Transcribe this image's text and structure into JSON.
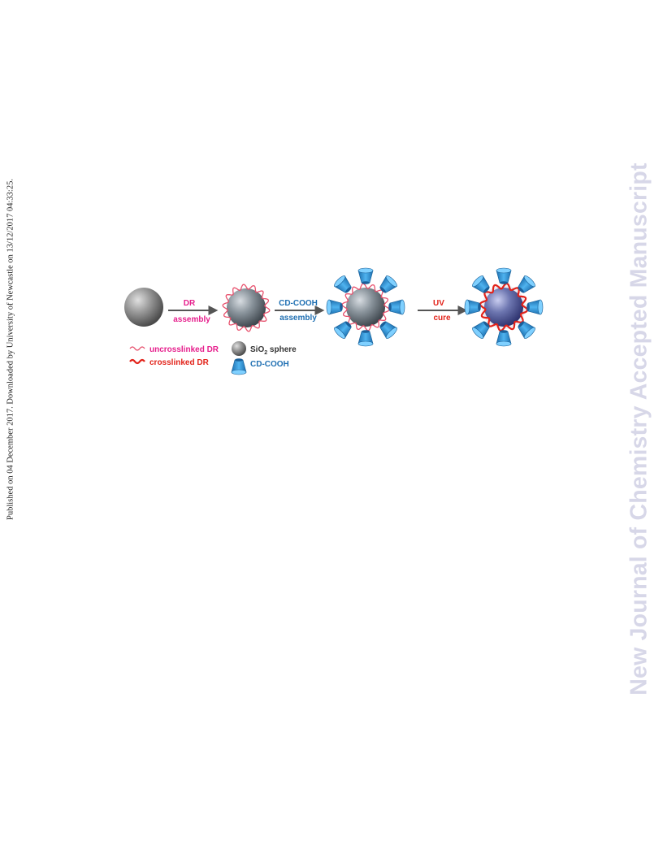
{
  "side_note": "Published on 04 December 2017. Downloaded by University of Newcastle on 13/12/2017 04:33:25.",
  "watermark": "New Journal of Chemistry Accepted Manuscript",
  "scheme": {
    "arrow1": {
      "line1": "DR",
      "line2": "assembly"
    },
    "arrow2": {
      "line1": "CD-COOH",
      "line2": "assembly"
    },
    "arrow3": {
      "line1": "UV",
      "line2": "cure"
    },
    "legend": {
      "uncrosslinked": "uncrosslinked DR",
      "crosslinked": "crosslinked DR",
      "sphere_prefix": "SiO",
      "sphere_sub": "2",
      "sphere_suffix": " sphere",
      "cd": "CD-COOH"
    },
    "colors": {
      "magenta": "#e61e8c",
      "blue": "#1f6fb2",
      "red": "#e2231a",
      "sphere_grey": "#8a8a8a",
      "sphere_purple": "#6d76b0",
      "cyclodextrin": "#2f8fd6"
    }
  }
}
